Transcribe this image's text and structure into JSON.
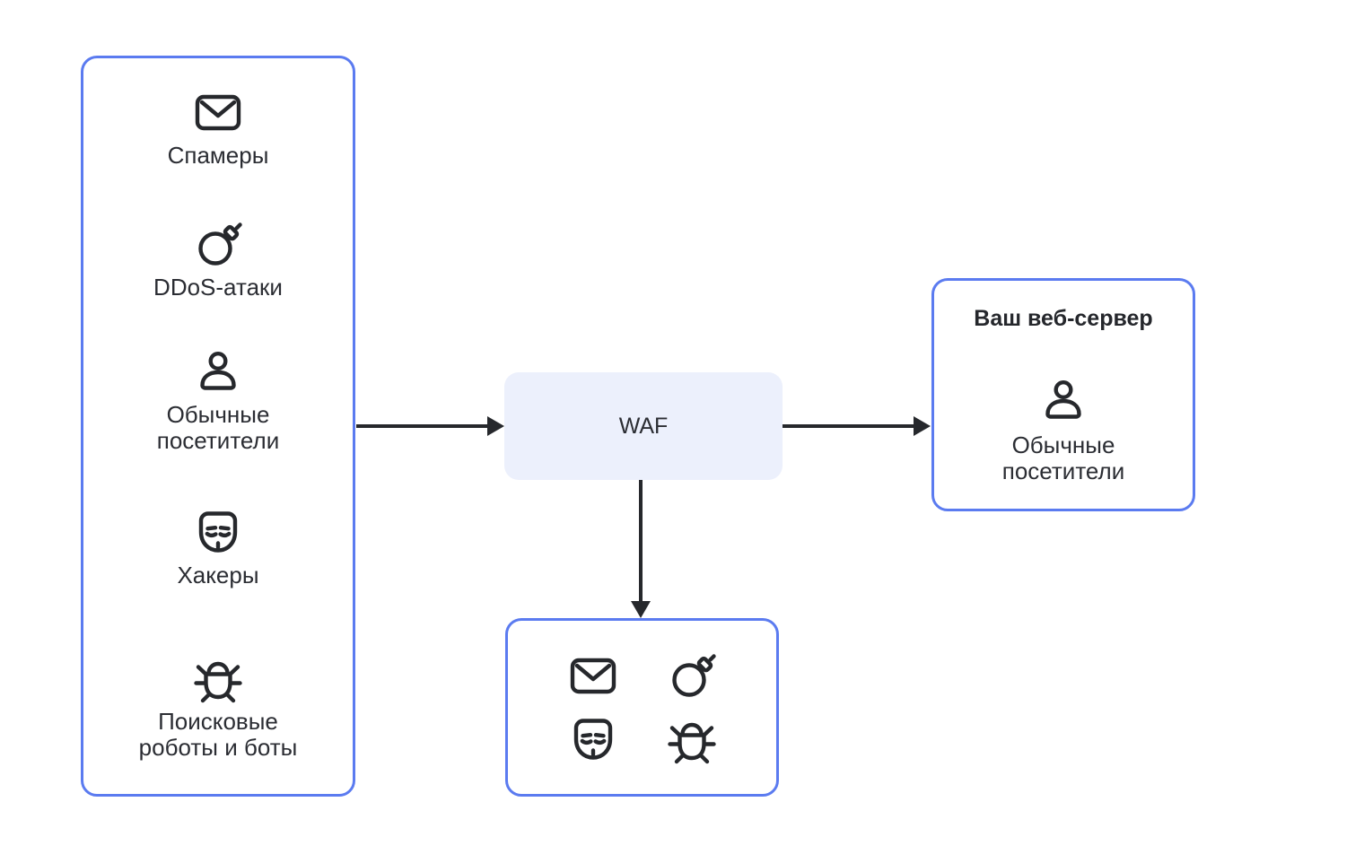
{
  "colors": {
    "accent_border": "#5b7bf0",
    "waf_fill": "#ecf0fc",
    "text": "#2b2d33",
    "icon_stroke": "#26282c",
    "arrow": "#26282c",
    "background": "#ffffff"
  },
  "diagram": {
    "sources": {
      "items": [
        {
          "icon": "envelope-icon",
          "label": "Спамеры"
        },
        {
          "icon": "bomb-icon",
          "label": "DDoS-атаки"
        },
        {
          "icon": "person-icon",
          "label": "Обычные посетители"
        },
        {
          "icon": "mask-icon",
          "label": "Хакеры"
        },
        {
          "icon": "bug-icon",
          "label": "Поисковые роботы и боты"
        }
      ]
    },
    "waf": {
      "label": "WAF"
    },
    "server": {
      "title": "Ваш веб-сервер",
      "icon": "person-icon",
      "label": "Обычные посетители"
    },
    "blocked": {
      "icons": [
        "envelope-icon",
        "bomb-icon",
        "mask-icon",
        "bug-icon"
      ]
    },
    "arrows": [
      {
        "from": "sources-box",
        "to": "waf-box",
        "direction": "right"
      },
      {
        "from": "waf-box",
        "to": "server-box",
        "direction": "right"
      },
      {
        "from": "waf-box",
        "to": "blocked-box",
        "direction": "down"
      }
    ]
  }
}
